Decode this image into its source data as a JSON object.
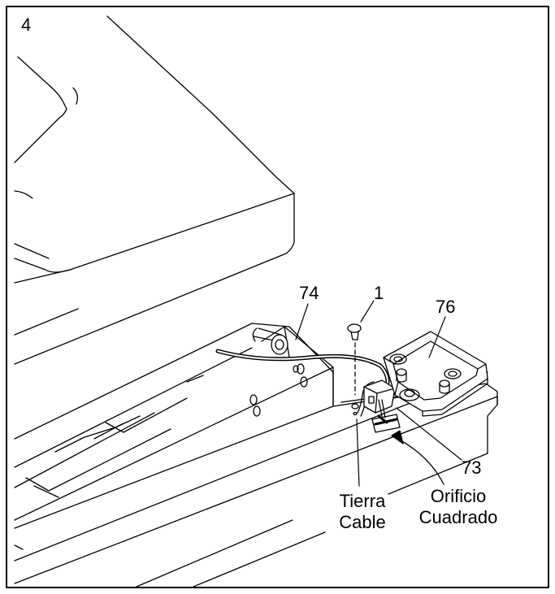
{
  "figure": {
    "step_number": "4",
    "callouts": {
      "part_74": "74",
      "part_1": "1",
      "part_76": "76",
      "part_73": "73"
    },
    "labels": {
      "ground_wire_line1": "Tierra",
      "ground_wire_line2": "Cable",
      "square_hole_line1": "Orificio",
      "square_hole_line2": "Cuadrado"
    }
  }
}
